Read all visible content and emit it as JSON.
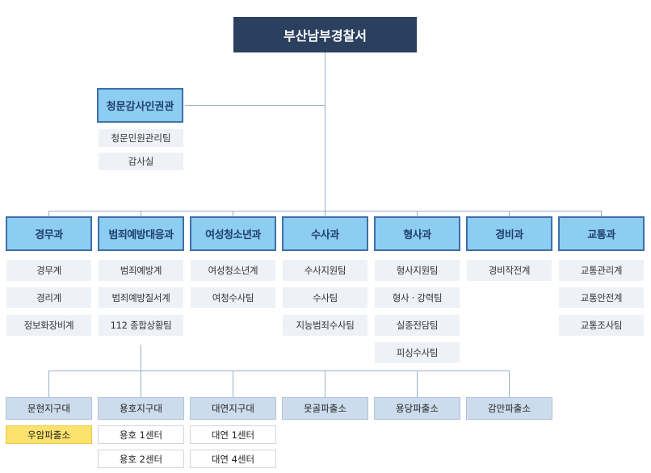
{
  "top": "부산남부경찰서",
  "auditor": {
    "title": "청문감사인권관",
    "teams": [
      "청문민원관리팀",
      "감사실"
    ]
  },
  "departments": [
    {
      "title": "경무과",
      "teams": [
        "경무계",
        "경리계",
        "정보화장비계"
      ]
    },
    {
      "title": "범죄예방대응과",
      "teams": [
        "범죄예방계",
        "범죄예방질서계",
        "112 종합상황팀"
      ]
    },
    {
      "title": "여성청소년과",
      "teams": [
        "여성청소년계",
        "여청수사팀"
      ]
    },
    {
      "title": "수사과",
      "teams": [
        "수사지원팀",
        "수사팀",
        "지능범죄수사팀"
      ]
    },
    {
      "title": "형사과",
      "teams": [
        "형사지원팀",
        "형사 · 강력팀",
        "실종전담팀",
        "피싱수사팀"
      ]
    },
    {
      "title": "경비과",
      "teams": [
        "경비작전계"
      ]
    },
    {
      "title": "교통과",
      "teams": [
        "교통관리계",
        "교통안전계",
        "교통조사팀"
      ]
    }
  ],
  "units": [
    {
      "title": "문현지구대",
      "subs": [
        {
          "label": "우암파출소",
          "highlight": true
        }
      ]
    },
    {
      "title": "용호지구대",
      "subs": [
        {
          "label": "용호 1센터"
        },
        {
          "label": "용호 2센터"
        }
      ]
    },
    {
      "title": "대연지구대",
      "subs": [
        {
          "label": "대연 1센터"
        },
        {
          "label": "대연 4센터"
        }
      ]
    },
    {
      "title": "못골파출소",
      "subs": []
    },
    {
      "title": "용당파출소",
      "subs": []
    },
    {
      "title": "감만파출소",
      "subs": []
    }
  ],
  "colors": {
    "top_bg": "#2b3f5f",
    "dept_bg": "#8ccdf1",
    "dept_border": "#3f6fa8",
    "team_bg": "#eef2f7",
    "unit_bg": "#ccdcec",
    "highlight_bg": "#fde26d",
    "line": "#9ab0c8"
  }
}
